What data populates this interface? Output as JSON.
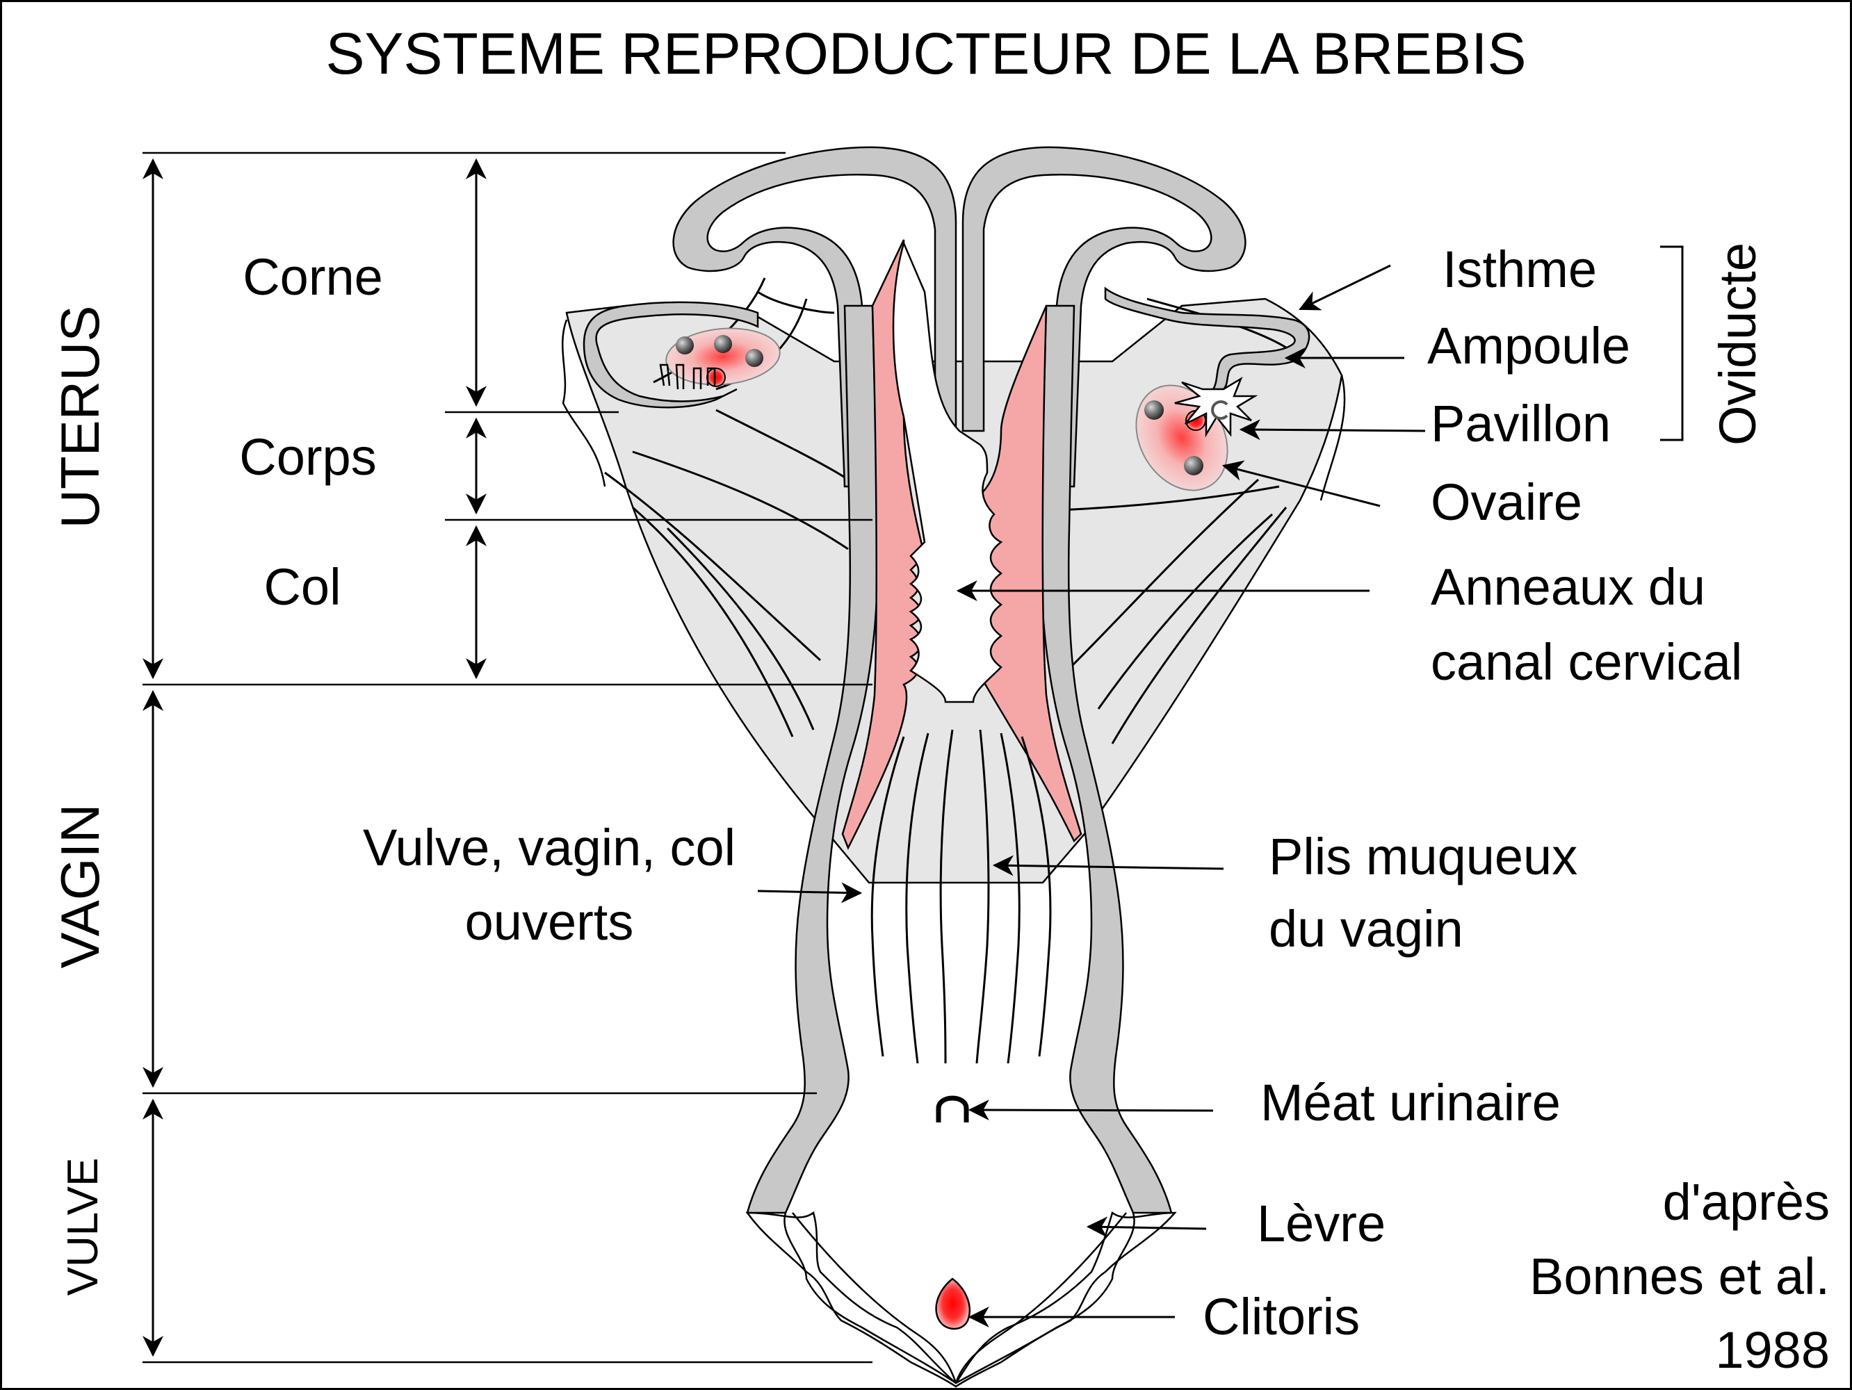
{
  "title": "SYSTEME REPRODUCTEUR DE LA BREBIS",
  "regions": {
    "uterus": "UTERUS",
    "vagin": "VAGIN",
    "vulve": "VULVE"
  },
  "uterus_parts": {
    "corne": "Corne",
    "corps": "Corps",
    "col": "Col"
  },
  "labels": {
    "isthme": "Isthme",
    "ampoule": "Ampoule",
    "pavillon": "Pavillon",
    "oviducte": "Oviducte",
    "ovaire": "Ovaire",
    "anneaux_1": "Anneaux du",
    "anneaux_2": "canal cervical",
    "vulve_vagin_1": "Vulve, vagin, col",
    "vulve_vagin_2": "ouverts",
    "plis_1": "Plis muqueux",
    "plis_2": "du vagin",
    "meat": "Méat urinaire",
    "levre": "Lèvre",
    "clitoris": "Clitoris"
  },
  "credit": {
    "line1": "d'après",
    "line2": "Bonnes et al.",
    "line3": "1988"
  },
  "colors": {
    "wall_gray": "#c8c8c8",
    "ligament_gray": "#e6e6e6",
    "mucosa_pink": "#f5a7a7",
    "follicle_red": "#ff2020"
  }
}
